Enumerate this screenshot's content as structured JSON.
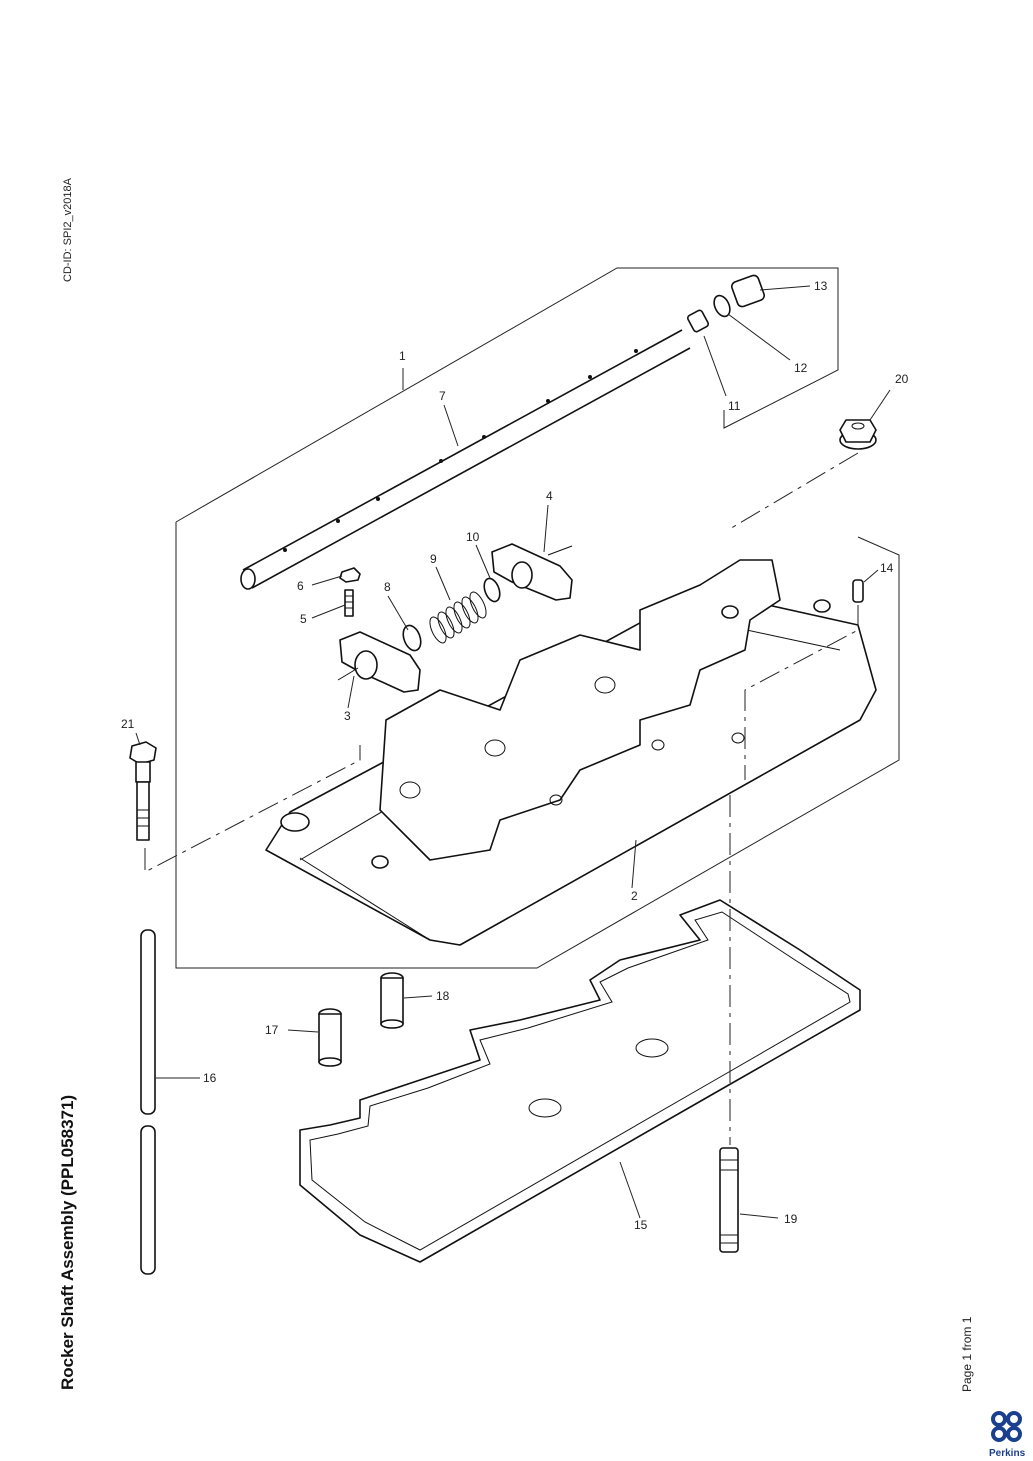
{
  "document": {
    "title": "Rocker Shaft Assembly (PPL058371)",
    "cd_id": "CD-ID: SPI2_v2018A",
    "page_info": "Page 1 from 1",
    "brand": "Perkins"
  },
  "callouts": [
    {
      "id": "1",
      "label": "1"
    },
    {
      "id": "2",
      "label": "2"
    },
    {
      "id": "3",
      "label": "3"
    },
    {
      "id": "4",
      "label": "4"
    },
    {
      "id": "5",
      "label": "5"
    },
    {
      "id": "6",
      "label": "6"
    },
    {
      "id": "7",
      "label": "7"
    },
    {
      "id": "8",
      "label": "8"
    },
    {
      "id": "9",
      "label": "9"
    },
    {
      "id": "10",
      "label": "10"
    },
    {
      "id": "11",
      "label": "11"
    },
    {
      "id": "12",
      "label": "12"
    },
    {
      "id": "13",
      "label": "13"
    },
    {
      "id": "14",
      "label": "14"
    },
    {
      "id": "15",
      "label": "15"
    },
    {
      "id": "16",
      "label": "16"
    },
    {
      "id": "17",
      "label": "17"
    },
    {
      "id": "18",
      "label": "18"
    },
    {
      "id": "19",
      "label": "19"
    },
    {
      "id": "20",
      "label": "20"
    },
    {
      "id": "21",
      "label": "21"
    }
  ],
  "colors": {
    "line": "#111111",
    "brand_blue": "#1a3f8f"
  }
}
